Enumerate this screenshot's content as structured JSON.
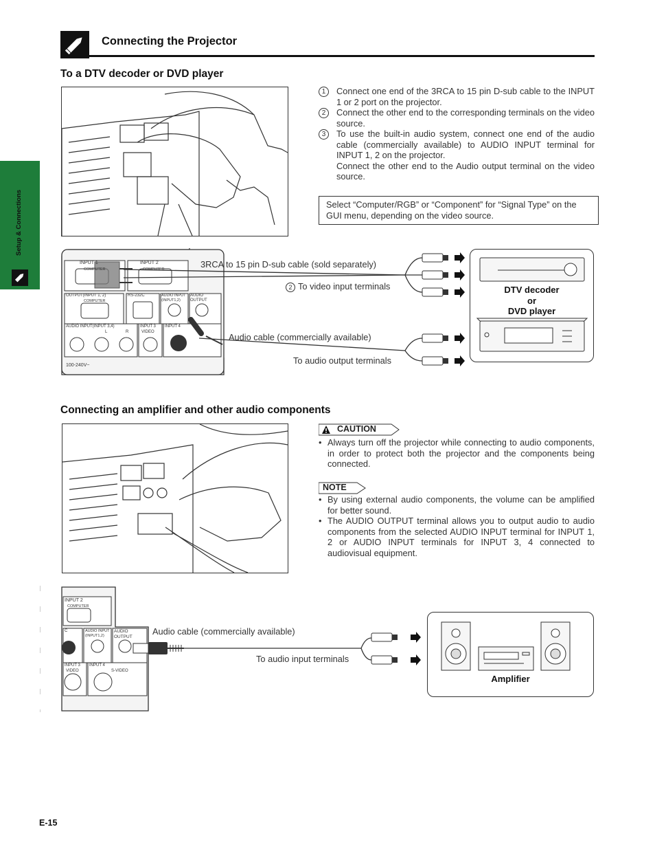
{
  "header": {
    "title": "Connecting the Projector"
  },
  "sidebar": {
    "label": "Setup & Connections"
  },
  "section1": {
    "heading": "To a DTV decoder or DVD player",
    "steps": [
      {
        "num": "1",
        "text": "Connect one end of the 3RCA to 15 pin D-sub cable to the INPUT 1 or 2 port on the projector."
      },
      {
        "num": "2",
        "text": "Connect the other end to the corresponding terminals on the video source."
      },
      {
        "num": "3",
        "text": "To use the built-in audio system, connect one end of the audio cable (commercially available) to AUDIO INPUT terminal for INPUT 1, 2 on the projector.",
        "extra": "Connect the other end to the Audio output terminal on the video source."
      }
    ],
    "note": "Select “Computer/RGB” or “Component” for “Signal Type” on the GUI menu, depending on the video source."
  },
  "diagram1": {
    "cable_label": "3RCA to 15 pin D-sub cable (sold separately)",
    "video_terminals": "To video input terminals",
    "video_terminals_num": "2",
    "audio_cable": "Audio cable (commercially available)",
    "audio_output": "To audio output terminals",
    "device": [
      "DTV decoder",
      "or",
      "DVD player"
    ],
    "panel": {
      "input1": "INPUT 1",
      "input2": "INPUT 2",
      "computer": "COMPUTER",
      "output": "OUTPUT(INPUT 1, 2)",
      "rs232c": "RS-232C",
      "audio_input": "AUDIO INPUT",
      "audio_input_sub": "(INPUT1,2)",
      "audio_output": "AUDIO OUTPUT",
      "audio_input_34": "AUDIO INPUT(INPUT 3,4)",
      "input3": "INPUT 3",
      "input4": "INPUT 4",
      "video": "VIDEO",
      "l": "L",
      "r": "R",
      "power": "100-240V~"
    }
  },
  "section2": {
    "heading": "Connecting an amplifier and other audio components",
    "caution_tag": "CAUTION",
    "caution": [
      "Always turn off the projector while connecting to audio components, in order to protect both the projector and the components being connected."
    ],
    "note_tag": "NOTE",
    "notes": [
      "By using external audio components, the volume can be amplified for better sound.",
      "The AUDIO OUTPUT terminal allows you to output audio to audio components from the selected AUDIO INPUT terminal for INPUT 1, 2 or AUDIO INPUT terminals for INPUT 3, 4 connected to audiovisual equipment."
    ]
  },
  "diagram2": {
    "audio_cable": "Audio cable (commercially available)",
    "audio_input": "To audio input terminals",
    "device": "Amplifier",
    "panel": {
      "input2": "INPUT 2",
      "computer": "COMPUTER",
      "rs232c": "C",
      "audio_input": "AUDIO INPUT",
      "audio_input_sub": "(INPUT1,2)",
      "audio_output": "AUDIO OUTPUT",
      "input3": "INPUT 3",
      "input4": "INPUT 4",
      "video": "VIDEO",
      "svideo": "S-VIDEO"
    }
  },
  "footer": {
    "page": "E-15"
  },
  "colors": {
    "sidebar_green": "#1e7d3a",
    "ink": "#111111"
  },
  "icons": [
    "pen-icon",
    "warning-triangle-icon",
    "arrow-right-icon"
  ]
}
